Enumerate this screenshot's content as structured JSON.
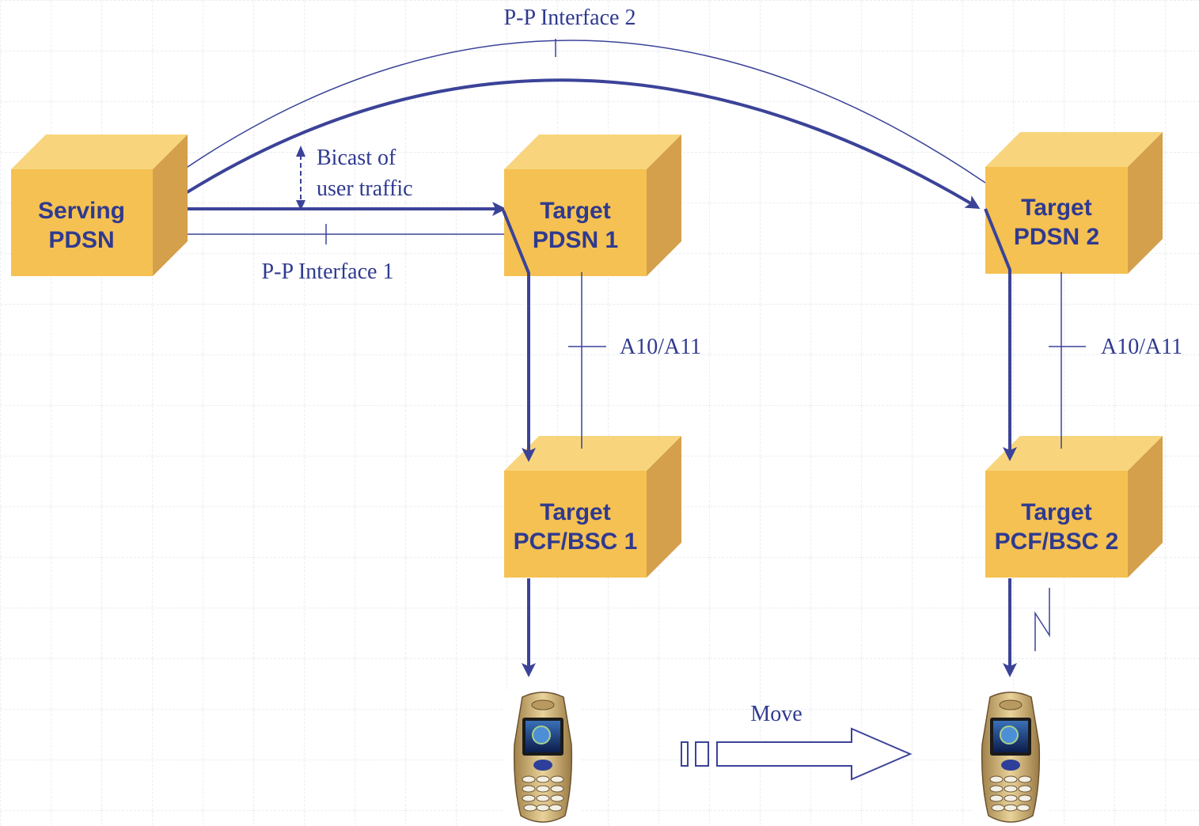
{
  "nodes": {
    "serving_pdsn": {
      "line1": "Serving",
      "line2": "PDSN"
    },
    "target_pdsn_1": {
      "line1": "Target",
      "line2": "PDSN 1"
    },
    "target_pdsn_2": {
      "line1": "Target",
      "line2": "PDSN 2"
    },
    "target_pcf_bsc_1": {
      "line1": "Target",
      "line2": "PCF/BSC 1"
    },
    "target_pcf_bsc_2": {
      "line1": "Target",
      "line2": "PCF/BSC 2"
    }
  },
  "labels": {
    "pp_interface_1": "P-P Interface 1",
    "pp_interface_2": "P-P Interface 2",
    "bicast_line1": "Bicast of",
    "bicast_line2": "user traffic",
    "a10_a11_left": "A10/A11",
    "a10_a11_right": "A10/A11",
    "move": "Move"
  },
  "colors": {
    "box_front": "#f5c152",
    "box_top": "#f8d57d",
    "box_side": "#d4a04b",
    "line": "#3b4398",
    "grid": "#d6dbe6"
  }
}
